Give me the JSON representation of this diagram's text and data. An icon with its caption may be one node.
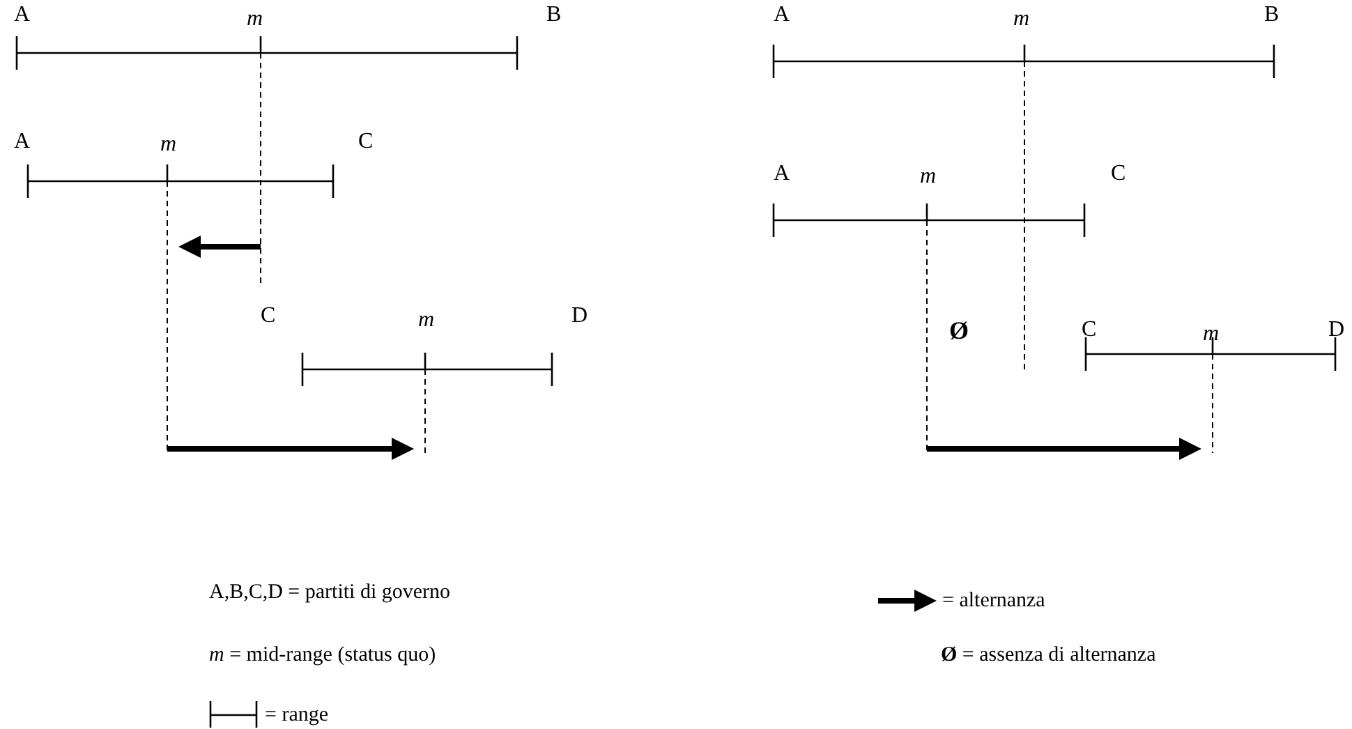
{
  "diagram": {
    "labels": [
      "A",
      "m",
      "B",
      "A",
      "m",
      "C",
      "C",
      "m",
      "D",
      "A",
      "m",
      "B",
      "A",
      "m",
      "C",
      "Ø",
      "C",
      "m",
      "D",
      "A,B,C,D = partiti di governo",
      "*m* = mid-range (status quo)",
      "**Ø** = assenza di alternanza"
    ],
    "legend": [
      {
        "text": "= alternanza"
      },
      {
        "text": "= range"
      }
    ]
  }
}
